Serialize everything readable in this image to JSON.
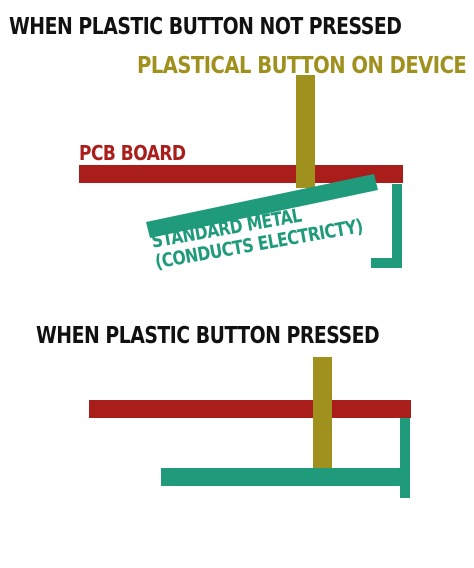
{
  "colors": {
    "button": "#a0911f",
    "pcb": "#a91e1b",
    "metal": "#1f9b7c",
    "text": "#111111"
  },
  "state_not_pressed": {
    "title": "WHEN PLASTIC BUTTON  NOT PRESSED",
    "button_label": "PLASTICAL BUTTON ON DEVICE",
    "pcb_label": "PCB BOARD",
    "metal_label_line1": "STANDARD METAL",
    "metal_label_line2": "(CONDUCTS ELECTRICTY)"
  },
  "state_pressed": {
    "title": "WHEN PLASTIC BUTTON  PRESSED"
  }
}
